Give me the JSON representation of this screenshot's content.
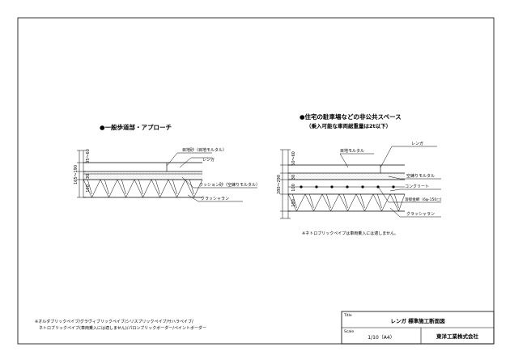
{
  "left_section": {
    "heading": "●一般歩道部・アプローチ",
    "labels": {
      "joint_mortar": "目地砂（目地モルタル）",
      "brick": "レンガ",
      "cushion_sand": "クッション砂（空練りモルタル）",
      "crusher_run": "クラッシャラン"
    },
    "dims": {
      "total": "165～190",
      "brick_thk": "35～60",
      "cushion_thk": "30",
      "base_thk": "100"
    }
  },
  "right_section": {
    "heading": "●住宅の駐車場などの非公共スペース",
    "subheading": "（乗入可能な車両総重量は2t以下）",
    "labels": {
      "joint_mortar": "目地モルタル",
      "brick": "レンガ",
      "dry_mortar": "空練りモルタル",
      "concrete": "コンクリート",
      "wire_mesh": "溶接金網（6φ-150□）",
      "crusher_run": "クラッシャラン"
    },
    "dims": {
      "total": "280～290",
      "brick_thk": "50～60",
      "mortar_thk": "30",
      "concrete_thk": "100",
      "base_thk": "100"
    },
    "note": "※ネトロブリックペイブは車両乗入には適しません。"
  },
  "footer_note": [
    "※オルダブリックペイブ/グラヴィブリックペイブ/シリスブリックペイブ/サハラペイブ/",
    "ネトロブリックペイブ(車両乗入には適しません)/パロンブリックボーダー/ペイントボーダー"
  ],
  "title_block": {
    "title_label": "Title",
    "title_value": "レンガ 標準施工断面図",
    "scale_label": "Scale",
    "scale_value": "1/10（A4）",
    "company": "東洋工業株式会社"
  }
}
